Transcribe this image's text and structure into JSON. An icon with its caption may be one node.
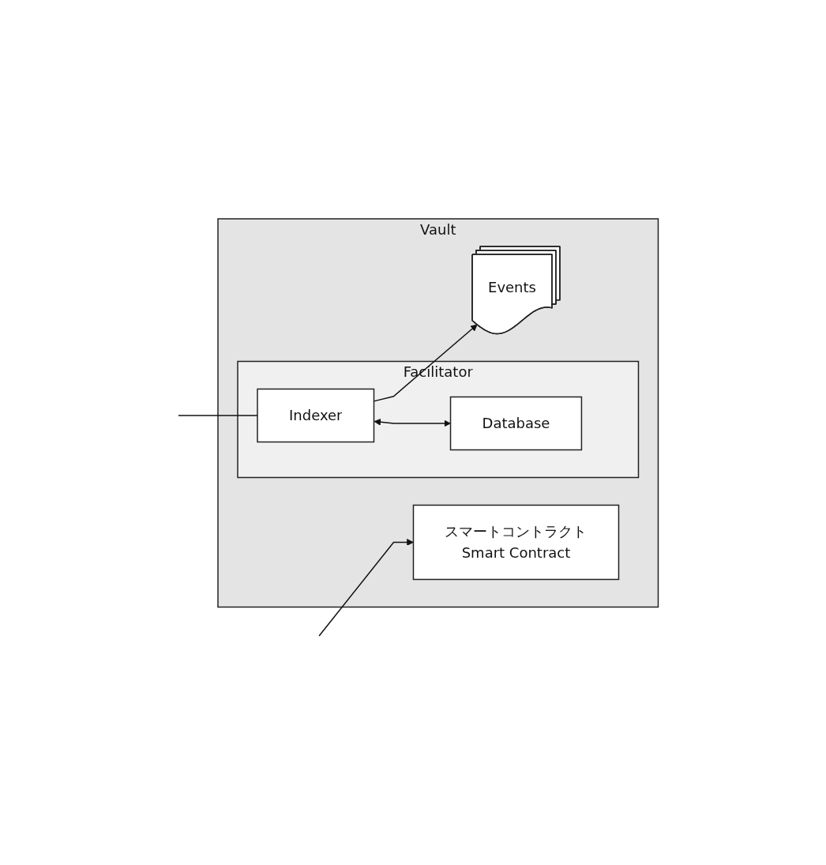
{
  "diagram": {
    "nodes": [
      {
        "text": [
          "Vault"
        ]
      },
      {
        "text": [
          "スマートコントラクト",
          "Smart Contract"
        ],
        "in": 0
      },
      {
        "text": [
          "Events"
        ],
        "in": 0
      },
      {
        "text": [
          "Facilitator"
        ],
        "in": 0
      },
      {
        "text": [
          "Indexer"
        ],
        "in": 3
      },
      {
        "text": [
          "Database"
        ],
        "in": 3
      }
    ],
    "edges": [
      {
        "from": null,
        "to": 1,
        "arrow": "to"
      },
      {
        "from": 4,
        "to": 2,
        "arrow": "to"
      },
      {
        "from": 4,
        "to": 5,
        "arrow": "both"
      },
      {
        "from": null,
        "to": 4,
        "arrow": "none"
      }
    ]
  }
}
